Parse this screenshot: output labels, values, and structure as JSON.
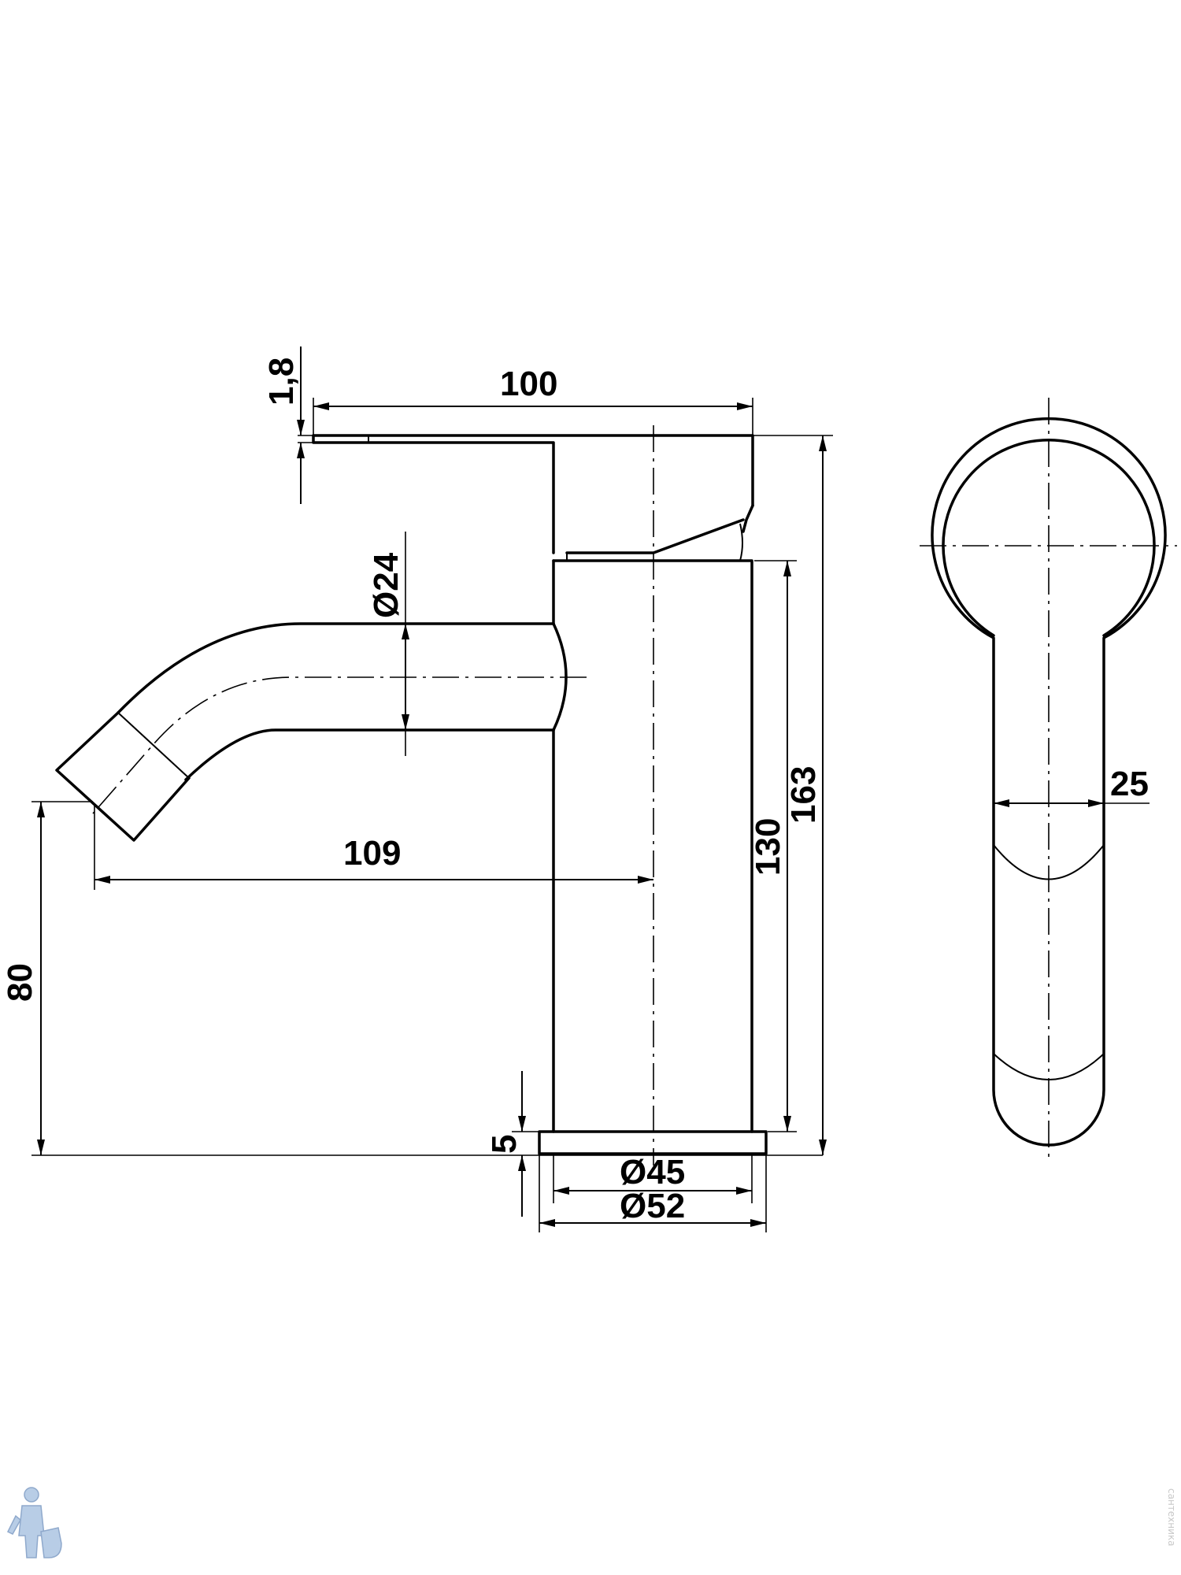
{
  "dimensions": {
    "handle_offset": "1,8",
    "overall_length": "100",
    "spout_diameter": "Ø24",
    "spout_reach": "109",
    "spout_height": "80",
    "body_height": "130",
    "overall_height": "163",
    "base_height": "5",
    "body_diameter": "Ø45",
    "base_diameter": "Ø52",
    "handle_width": "25"
  },
  "logo": {
    "icon": "plumber-mascot-icon",
    "color": "#b8cde6"
  },
  "watermark": {
    "text": "сантехника"
  }
}
